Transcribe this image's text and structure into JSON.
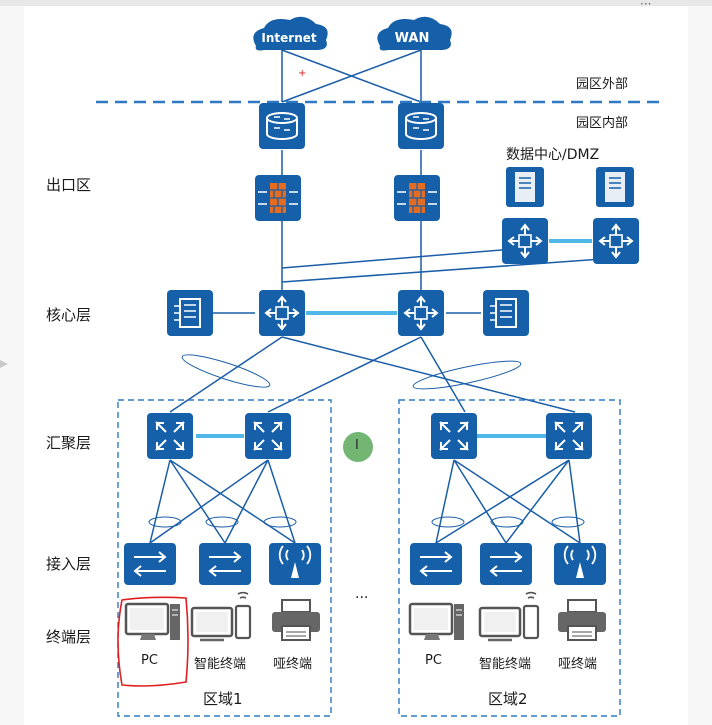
{
  "clouds": {
    "internet": "Internet",
    "wan": "WAN"
  },
  "boundary": {
    "outside": "园区外部",
    "inside": "园区内部"
  },
  "dmz_title": "数据中心/DMZ",
  "layers": {
    "egress": "出口区",
    "core": "核心层",
    "aggregation": "汇聚层",
    "access": "接入层",
    "terminal": "终端层"
  },
  "terminals": {
    "pc": "PC",
    "smart": "智能终端",
    "dumb": "哑终端"
  },
  "zones": {
    "zone1": "区域1",
    "zone2": "区域2"
  },
  "ellipsis": "...",
  "cursor_glyph": "I",
  "colors": {
    "device_blue": "#1560a8",
    "line_blue": "#1b5ea8",
    "link_light": "#4fb8e8",
    "dash_blue": "#2f78c4",
    "firewall_orange": "#e36b22",
    "annotation_red": "#e02020",
    "cursor_green": "#5aa85a",
    "sidebar": "#f7f7f7"
  }
}
